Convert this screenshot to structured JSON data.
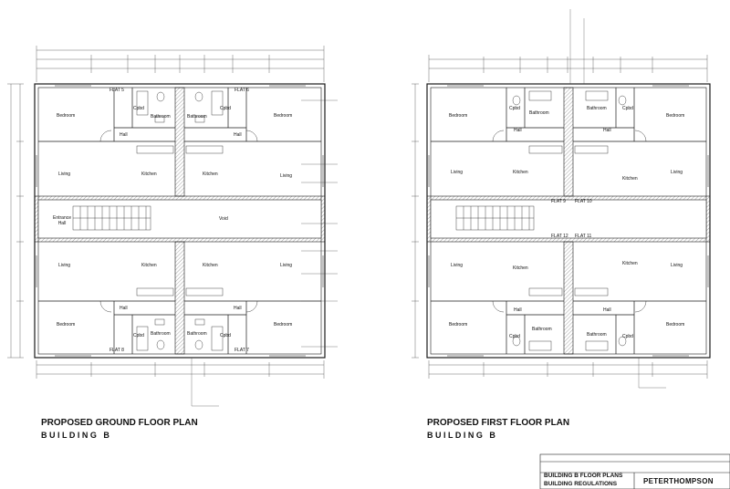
{
  "ground_plan": {
    "title": "PROPOSED GROUND FLOOR PLAN",
    "subtitle": "B U I L D I N G   B",
    "flats": [
      "FLAT 5",
      "FLAT 6",
      "FLAT 8",
      "FLAT 7"
    ],
    "rooms": {
      "bedroom": "Bedroom",
      "bathroom": "Bathroom",
      "cpbd": "Cpbd",
      "hall": "Hall",
      "living": "Living",
      "kitchen": "Kitchen",
      "entrance_hall": "Entrance\nHall",
      "void": "Void"
    }
  },
  "first_plan": {
    "title": "PROPOSED FIRST FLOOR PLAN",
    "subtitle": "B U I L D I N G   B",
    "flats": [
      "FLAT 9",
      "FLAT 10",
      "FLAT 12",
      "FLAT 11"
    ],
    "rooms": {
      "bedroom": "Bedroom",
      "bathroom": "Bathroom",
      "cpbd": "Cpbd",
      "hall": "Hall",
      "living": "Living",
      "kitchen": "Kitchen"
    }
  },
  "title_block": {
    "drawing_title_1": "BUILDING B FLOOR PLANS",
    "drawing_title_2": "BUILDING REGULATIONS",
    "company": "PETERTHOMPSON"
  },
  "colors": {
    "line": "#1a1a1a",
    "wall_hatch": "#555555",
    "dim": "#444444"
  }
}
